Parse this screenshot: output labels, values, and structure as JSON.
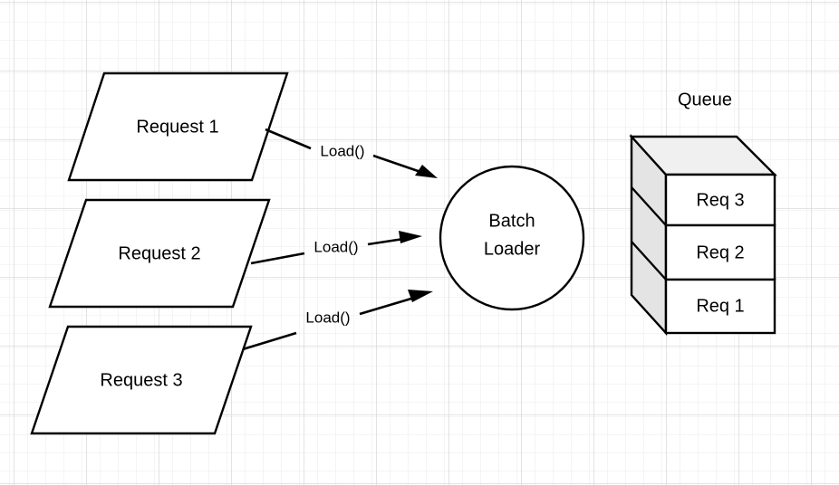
{
  "diagram": {
    "title_visible": false,
    "background": {
      "color": "#ffffff",
      "minor_grid_color": "#f2f2f2",
      "major_grid_color": "#d4d4d4",
      "minor_spacing": 20,
      "major_spacing": 80
    },
    "palette": {
      "stroke": "#000000",
      "node_fill": "#ffffff",
      "stack_top_fill": "#f0f0f0",
      "stack_side_fill": "#e4e4e4"
    },
    "requests": [
      {
        "label": "Request 1",
        "shape": "parallelogram"
      },
      {
        "label": "Request 2",
        "shape": "parallelogram"
      },
      {
        "label": "Request 3",
        "shape": "parallelogram"
      }
    ],
    "edges": [
      {
        "label": "Load()",
        "from": "Request 1",
        "to": "Batch Loader"
      },
      {
        "label": "Load()",
        "from": "Request 2",
        "to": "Batch Loader"
      },
      {
        "label": "Load()",
        "from": "Request 3",
        "to": "Batch Loader"
      }
    ],
    "processor": {
      "shape": "circle",
      "line1": "Batch",
      "line2": "Loader"
    },
    "queue": {
      "title": "Queue",
      "shape": "stack-3d",
      "items": [
        "Req 3",
        "Req 2",
        "Req 1"
      ]
    }
  }
}
